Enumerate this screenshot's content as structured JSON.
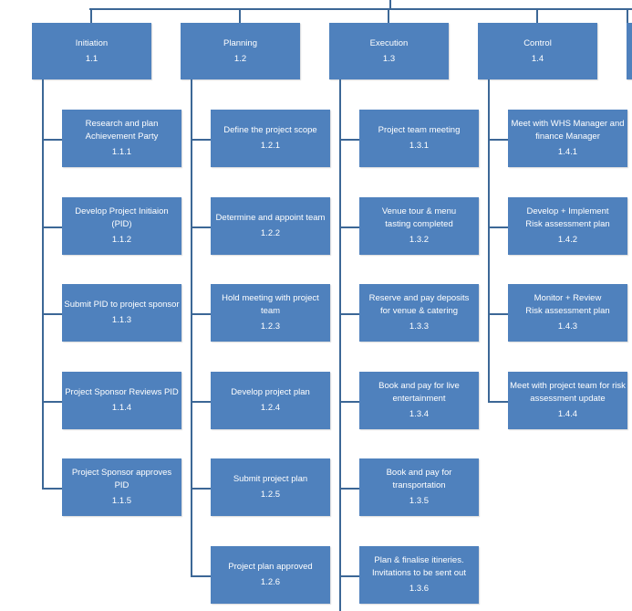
{
  "phases": [
    {
      "label": "Initiation",
      "code": "1.1",
      "tasks": [
        {
          "label": "Research and plan\nAchievement Party",
          "code": "1.1.1"
        },
        {
          "label": "Develop Project Initiaion (PID)",
          "code": "1.1.2"
        },
        {
          "label": "Submit PID to project sponsor",
          "code": "1.1.3"
        },
        {
          "label": "Project Sponsor Reviews PID",
          "code": "1.1.4"
        },
        {
          "label": "Project Sponsor approves PID",
          "code": "1.1.5"
        }
      ]
    },
    {
      "label": "Planning",
      "code": "1.2",
      "tasks": [
        {
          "label": "Define the project scope",
          "code": "1.2.1"
        },
        {
          "label": "Determine and appoint team",
          "code": "1.2.2"
        },
        {
          "label": "Hold meeting with project team",
          "code": "1.2.3"
        },
        {
          "label": "Develop project plan",
          "code": "1.2.4"
        },
        {
          "label": "Submit project plan",
          "code": "1.2.5"
        },
        {
          "label": "Project plan approved",
          "code": "1.2.6"
        }
      ]
    },
    {
      "label": "Execution",
      "code": "1.3",
      "tasks": [
        {
          "label": "Project team meeting",
          "code": "1.3.1"
        },
        {
          "label": "Venue tour & menu\ntasting completed",
          "code": "1.3.2"
        },
        {
          "label": "Reserve and pay deposits\nfor venue & catering",
          "code": "1.3.3"
        },
        {
          "label": "Book and pay for live\nentertainment",
          "code": "1.3.4"
        },
        {
          "label": "Book and pay for transportation",
          "code": "1.3.5"
        },
        {
          "label": "Plan & finalise itineries.\nInvitations to be sent out",
          "code": "1.3.6"
        }
      ]
    },
    {
      "label": "Control",
      "code": "1.4",
      "tasks": [
        {
          "label": "Meet with WHS Manager and\nfinance Manager",
          "code": "1.4.1"
        },
        {
          "label": "Develop + Implement\nRisk assessment plan",
          "code": "1.4.2"
        },
        {
          "label": "Monitor + Review\nRisk assessment plan",
          "code": "1.4.3"
        },
        {
          "label": "Meet with project team for risk\nassessment update",
          "code": "1.4.4"
        }
      ]
    }
  ],
  "colors": {
    "box_fill": "#4f81bd",
    "box_text": "#ffffff",
    "connector": "#3c6796"
  }
}
